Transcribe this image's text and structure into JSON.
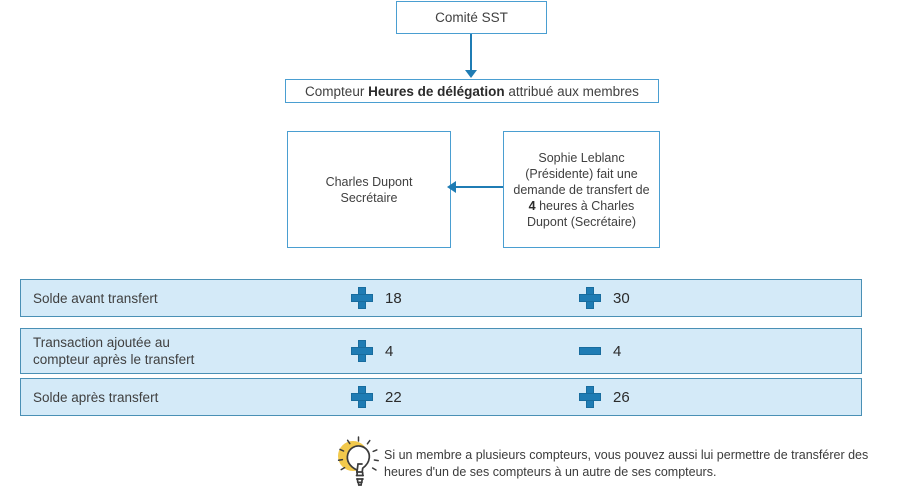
{
  "flow": {
    "top_box": {
      "label": "Comité SST"
    },
    "counter_box": {
      "prefix": "Compteur ",
      "bold": "Heures de délégation",
      "suffix": " attribué aux membres"
    },
    "recipient_box": {
      "line1": "Charles Dupont",
      "line2": "Secrétaire"
    },
    "request_box": {
      "line1": "Sophie Leblanc",
      "line2": "(Présidente) fait une",
      "line3": "demande de transfert de",
      "amount": "4",
      "line4_rest": " heures à Charles",
      "line5": "Dupont (Secrétaire)"
    },
    "arrow_down": "arrow-down-icon",
    "arrow_left": "arrow-left-icon"
  },
  "summary": {
    "rows": [
      {
        "label": "Solde avant transfert",
        "col1": {
          "operator": "plus",
          "value": "18"
        },
        "col2": {
          "operator": "plus",
          "value": "30"
        }
      },
      {
        "label": "Transaction ajoutée au\ncompteur après le transfert",
        "col1": {
          "operator": "plus",
          "value": "4"
        },
        "col2": {
          "operator": "minus",
          "value": "4"
        }
      },
      {
        "label": "Solde après transfert",
        "col1": {
          "operator": "plus",
          "value": "22"
        },
        "col2": {
          "operator": "plus",
          "value": "26"
        }
      }
    ]
  },
  "tip": {
    "icon": "lightbulb-icon",
    "text": "Si un membre a plusieurs compteurs, vous pouvez aussi lui permettre de transférer des heures d'un de ses compteurs à un autre de ses compteurs."
  },
  "colors": {
    "box_border": "#4a9ed1",
    "accent_blue": "#1f7cb4",
    "bar_background": "#d4eaf8",
    "bar_border": "#4a90b5",
    "tip_yellow": "#f2c94c",
    "text": "#404040"
  }
}
